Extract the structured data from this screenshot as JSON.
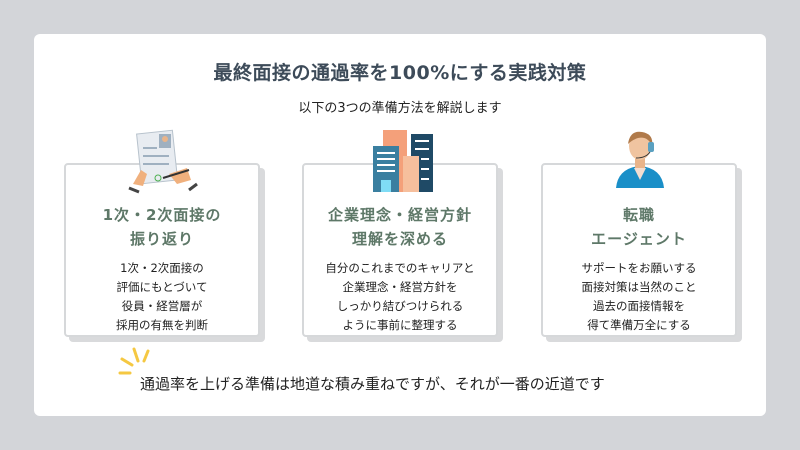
{
  "title": "最終面接の通過率を100%にする実践対策",
  "subtitle": "以下の3つの準備方法を解説します",
  "cards": [
    {
      "heading": [
        "1次・2次面接の",
        "振り返り"
      ],
      "body": [
        "1次・2次面接の",
        "評価にもとづいて",
        "役員・経営層が",
        "採用の有無を判断"
      ],
      "icon": "resume-signing-icon"
    },
    {
      "heading": [
        "企業理念・経営方針",
        "理解を深める"
      ],
      "body": [
        "自分のこれまでのキャリアと",
        "企業理念・経営方針を",
        "しっかり結びつけられる",
        "ように事前に整理する"
      ],
      "icon": "office-buildings-icon"
    },
    {
      "heading": [
        "転職",
        "エージェント"
      ],
      "body": [
        "サポートをお願いする",
        "面接対策は当然のこと",
        "過去の面接情報を",
        "得て準備万全にする"
      ],
      "icon": "headset-agent-icon"
    }
  ],
  "footer": "通過率を上げる準備は地道な積み重ねですが、それが一番の近道です",
  "colors": {
    "title": "#3d4b59",
    "heading": "#5e7868",
    "accent": "#f5c842"
  }
}
